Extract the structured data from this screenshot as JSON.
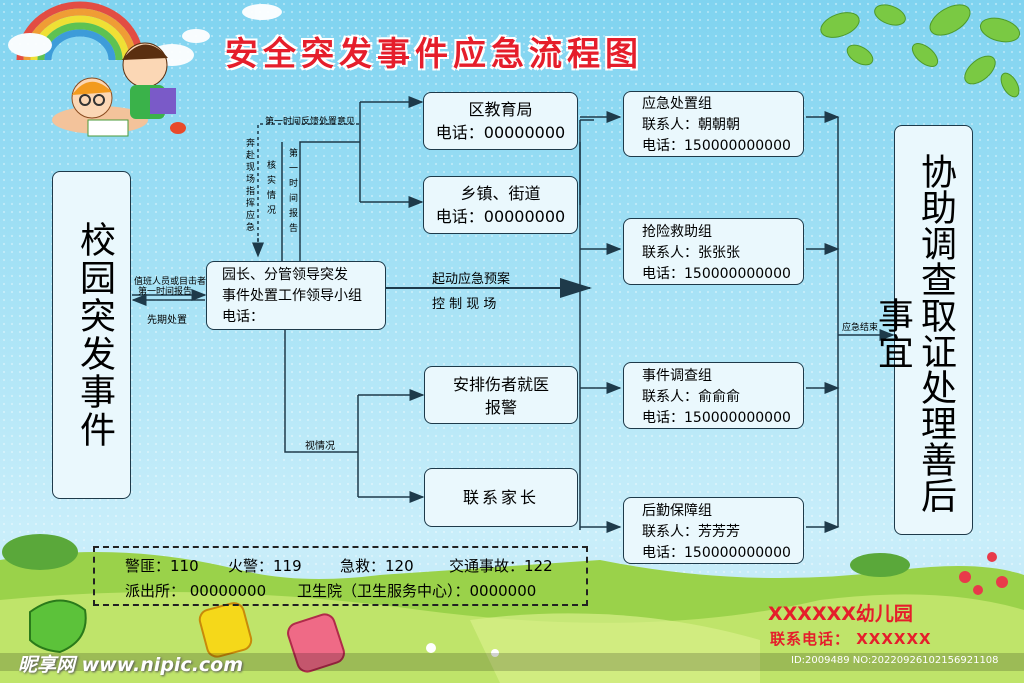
{
  "title": "安全突发事件应急流程图",
  "left_box": "校园突发事件",
  "right_box": "协助调查取证处理善后事宜",
  "leader_box": {
    "line1": "园长、分管领导突发",
    "line2": "事件处置工作领导小组",
    "line3": "电话："
  },
  "edu_bureau": {
    "name": "区教育局",
    "phone": "电话：00000000"
  },
  "town": {
    "name": "乡镇、街道",
    "phone": "电话：00000000"
  },
  "injured": {
    "line1": "安排伤者就医",
    "line2": "报警"
  },
  "parents": "联系家长",
  "groups": [
    {
      "name": "应急处置组",
      "contact": "联系人：朝朝朝",
      "phone": "电话：150000000000"
    },
    {
      "name": "抢险救助组",
      "contact": "联系人：张张张",
      "phone": "电话：150000000000"
    },
    {
      "name": "事件调查组",
      "contact": "联系人：俞俞俞",
      "phone": "电话：150000000000"
    },
    {
      "name": "后勤保障组",
      "contact": "联系人：芳芳芳",
      "phone": "电话：150000000000"
    }
  ],
  "labels": {
    "duty_report_1": "值班人员或目击者",
    "duty_report_2": "第一时间报告",
    "first_aid": "先期处置",
    "feedback": "第一时间反馈处置意见",
    "rush": "奔赴现场指挥应急",
    "verify": "核实情况",
    "first_report": "第一时间报告",
    "start_plan": "起动应急预案",
    "control_scene": "控 制 现 场",
    "depending": "视情况",
    "emergency_end": "应急结束"
  },
  "emergency_numbers": {
    "police": "警匪：110",
    "fire": "火警：119",
    "ambulance": "急救：120",
    "traffic": "交通事故：122",
    "station": "派出所： 00000000",
    "clinic": "卫生院（卫生服务中心）：0000000"
  },
  "kindergarten": "XXXXXX幼儿园",
  "kindergarten_phone": "联系电话： XXXXXX",
  "watermark": "昵享网 www.nipic.com",
  "image_id": "ID:2009489 NO:20220926102156921108",
  "colors": {
    "title": "#e51e2b",
    "line": "#1e3a4a",
    "box_fill": "#eaf8fd",
    "sky": "#a9e3f6"
  }
}
